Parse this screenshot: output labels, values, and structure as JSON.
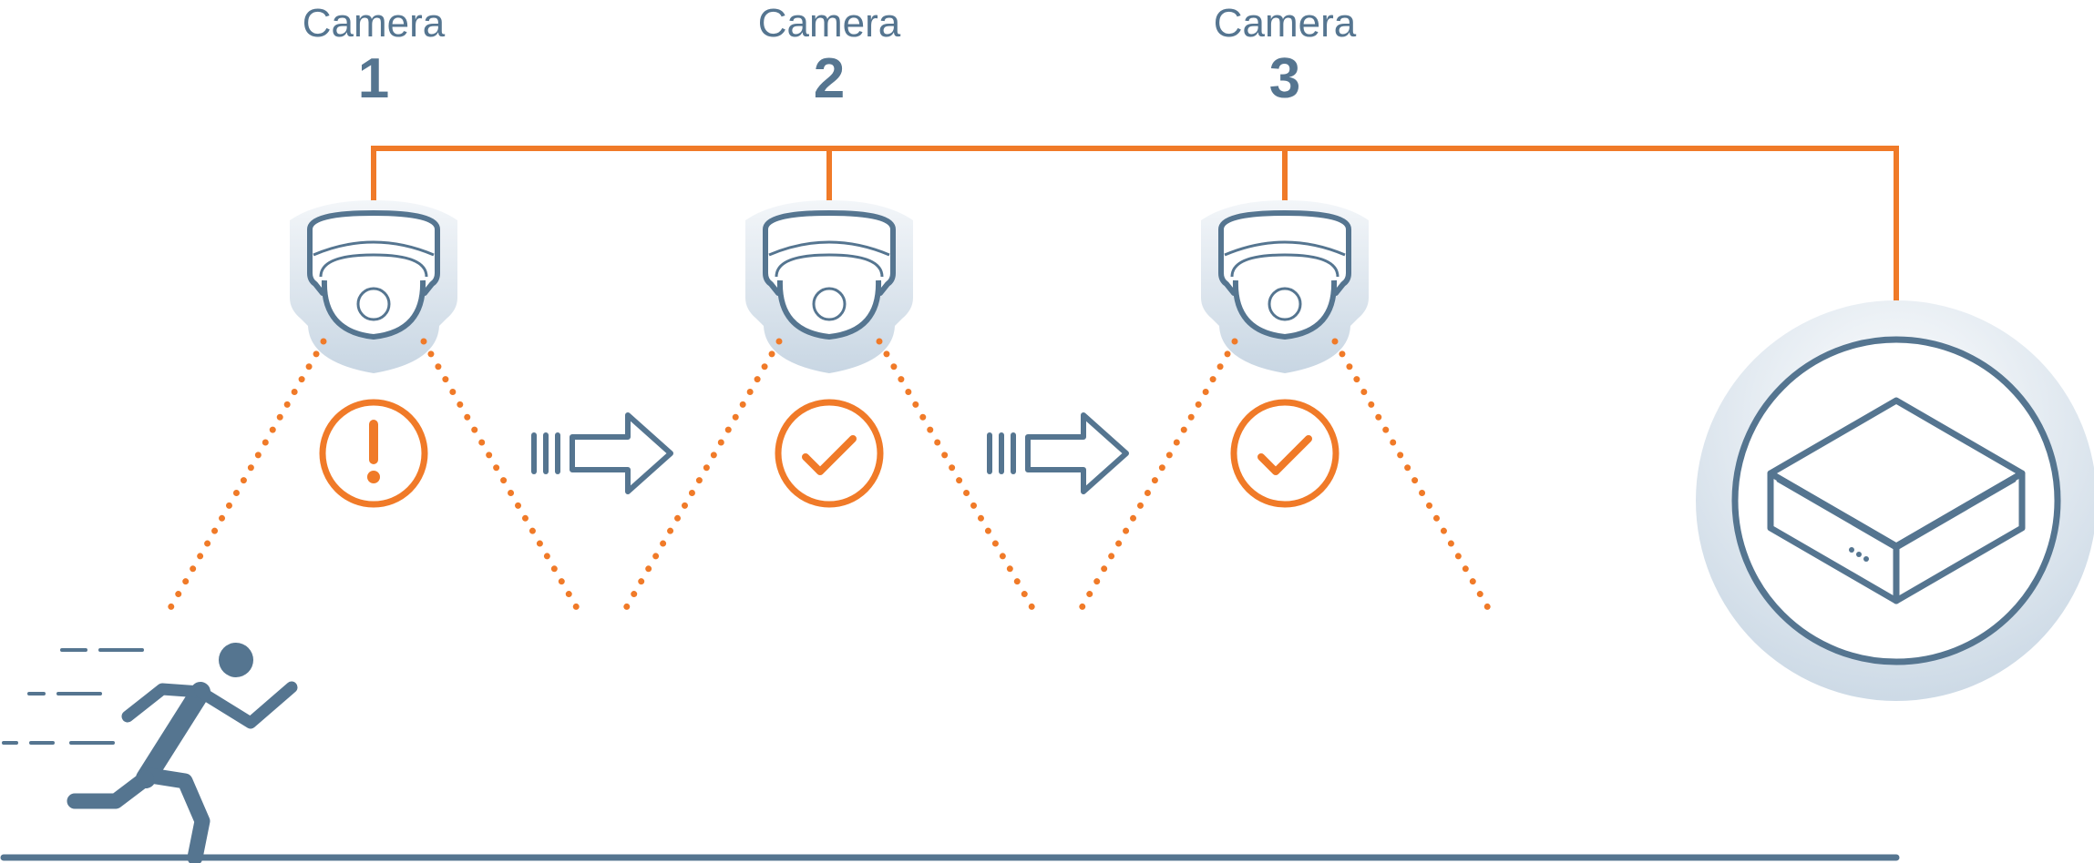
{
  "colors": {
    "accent": "#F07A28",
    "slate": "#557590",
    "halo": "#CBD9E6",
    "background": "#FFFFFF"
  },
  "cameras": [
    {
      "label": "Camera",
      "number": "1",
      "status": "alert",
      "status_icon": "exclamation-icon"
    },
    {
      "label": "Camera",
      "number": "2",
      "status": "ok",
      "status_icon": "checkmark-icon"
    },
    {
      "label": "Camera",
      "number": "3",
      "status": "ok",
      "status_icon": "checkmark-icon"
    }
  ],
  "icons": {
    "camera": "dome-camera-icon",
    "handoff": "handoff-arrow-icon",
    "person": "running-person-icon",
    "recorder": "network-video-recorder-icon"
  }
}
